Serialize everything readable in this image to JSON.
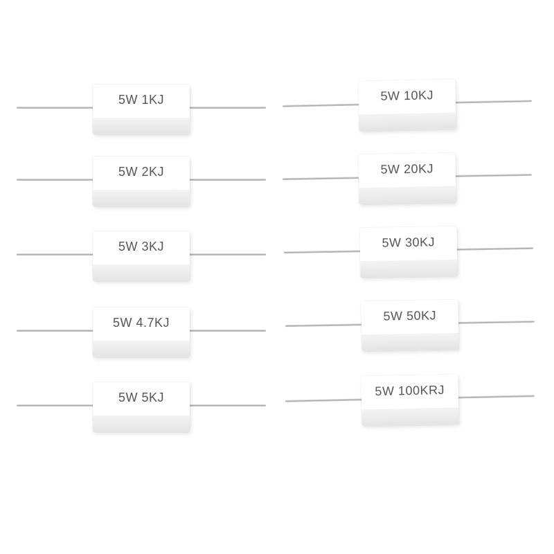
{
  "resistors": [
    {
      "label": "5W 1KJ"
    },
    {
      "label": "5W 2KJ"
    },
    {
      "label": "5W 3KJ"
    },
    {
      "label": "5W 4.7KJ"
    },
    {
      "label": "5W 5KJ"
    },
    {
      "label": "5W 10KJ"
    },
    {
      "label": "5W 20KJ"
    },
    {
      "label": "5W 30KJ"
    },
    {
      "label": "5W 50KJ"
    },
    {
      "label": "5W 100KRJ"
    }
  ],
  "colors": {
    "background": "#ffffff",
    "ceramic_body": "#f7f7f7",
    "print_text": "#555555",
    "lead_wire": "#b0b0b0"
  }
}
